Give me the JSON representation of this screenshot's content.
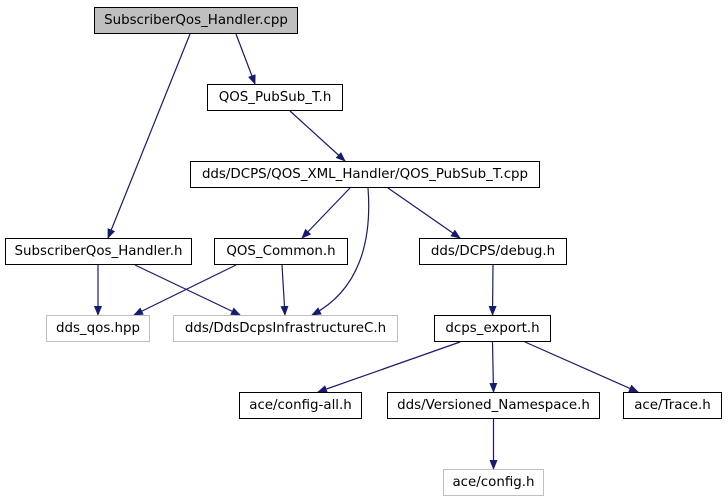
{
  "nodes": [
    {
      "id": "n0",
      "label": "SubscriberQos_Handler.cpp",
      "kind": "root"
    },
    {
      "id": "n1",
      "label": "QOS_PubSub_T.h",
      "kind": "normal"
    },
    {
      "id": "n2",
      "label": "dds/DCPS/QOS_XML_Handler/QOS_PubSub_T.cpp",
      "kind": "normal"
    },
    {
      "id": "n3",
      "label": "SubscriberQos_Handler.h",
      "kind": "normal"
    },
    {
      "id": "n4",
      "label": "QOS_Common.h",
      "kind": "normal"
    },
    {
      "id": "n5",
      "label": "dds/DCPS/debug.h",
      "kind": "normal"
    },
    {
      "id": "n6",
      "label": "dds_qos.hpp",
      "kind": "external"
    },
    {
      "id": "n7",
      "label": "dds/DdsDcpsInfrastructureC.h",
      "kind": "external"
    },
    {
      "id": "n8",
      "label": "dcps_export.h",
      "kind": "normal"
    },
    {
      "id": "n9",
      "label": "ace/config-all.h",
      "kind": "normal"
    },
    {
      "id": "n10",
      "label": "dds/Versioned_Namespace.h",
      "kind": "normal"
    },
    {
      "id": "n11",
      "label": "ace/Trace.h",
      "kind": "normal"
    },
    {
      "id": "n12",
      "label": "ace/config.h",
      "kind": "external"
    }
  ],
  "edges": [
    {
      "from": "n0",
      "to": "n1"
    },
    {
      "from": "n0",
      "to": "n3"
    },
    {
      "from": "n1",
      "to": "n2"
    },
    {
      "from": "n2",
      "to": "n4"
    },
    {
      "from": "n2",
      "to": "n7"
    },
    {
      "from": "n2",
      "to": "n5"
    },
    {
      "from": "n3",
      "to": "n6"
    },
    {
      "from": "n3",
      "to": "n7"
    },
    {
      "from": "n4",
      "to": "n6"
    },
    {
      "from": "n4",
      "to": "n7"
    },
    {
      "from": "n5",
      "to": "n8"
    },
    {
      "from": "n8",
      "to": "n9"
    },
    {
      "from": "n8",
      "to": "n10"
    },
    {
      "from": "n8",
      "to": "n11"
    },
    {
      "from": "n10",
      "to": "n12"
    }
  ],
  "colors": {
    "edge": "#191970",
    "root_fill": "#bfbfbf",
    "external_border": "#bfbfbf",
    "node_border": "#000000"
  }
}
